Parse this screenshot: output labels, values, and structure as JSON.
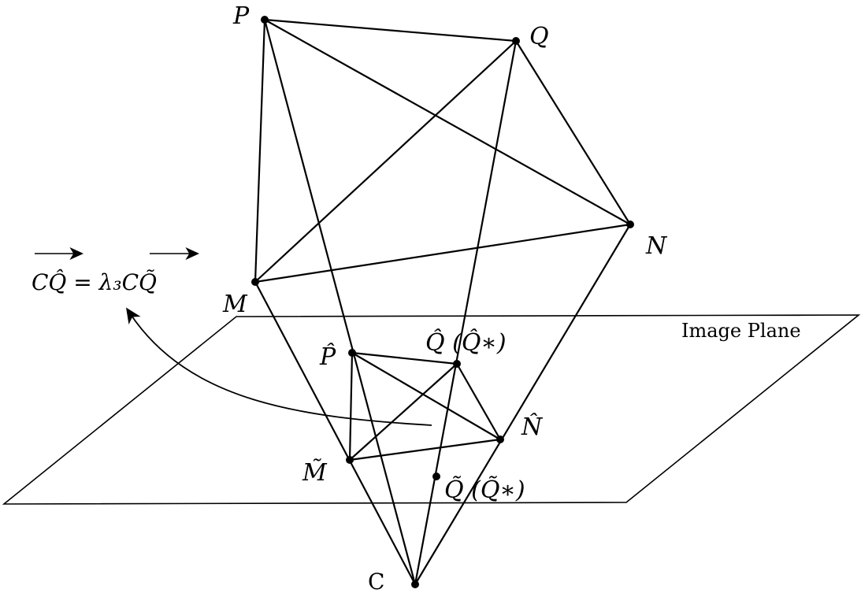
{
  "diagram": {
    "points": {
      "P": "P",
      "Q": "Q",
      "N": "N",
      "M": "M",
      "C": "C",
      "P_hat": "P̂",
      "Q_hat": "Q̂ (Q̂∗)",
      "N_hat": "N̂",
      "M_tilde": "M̃",
      "Q_tilde": "Q̃ (Q̃∗)"
    },
    "plane_label": "Image Plane",
    "equation": "CQ̂ = λ₃CQ̃"
  }
}
